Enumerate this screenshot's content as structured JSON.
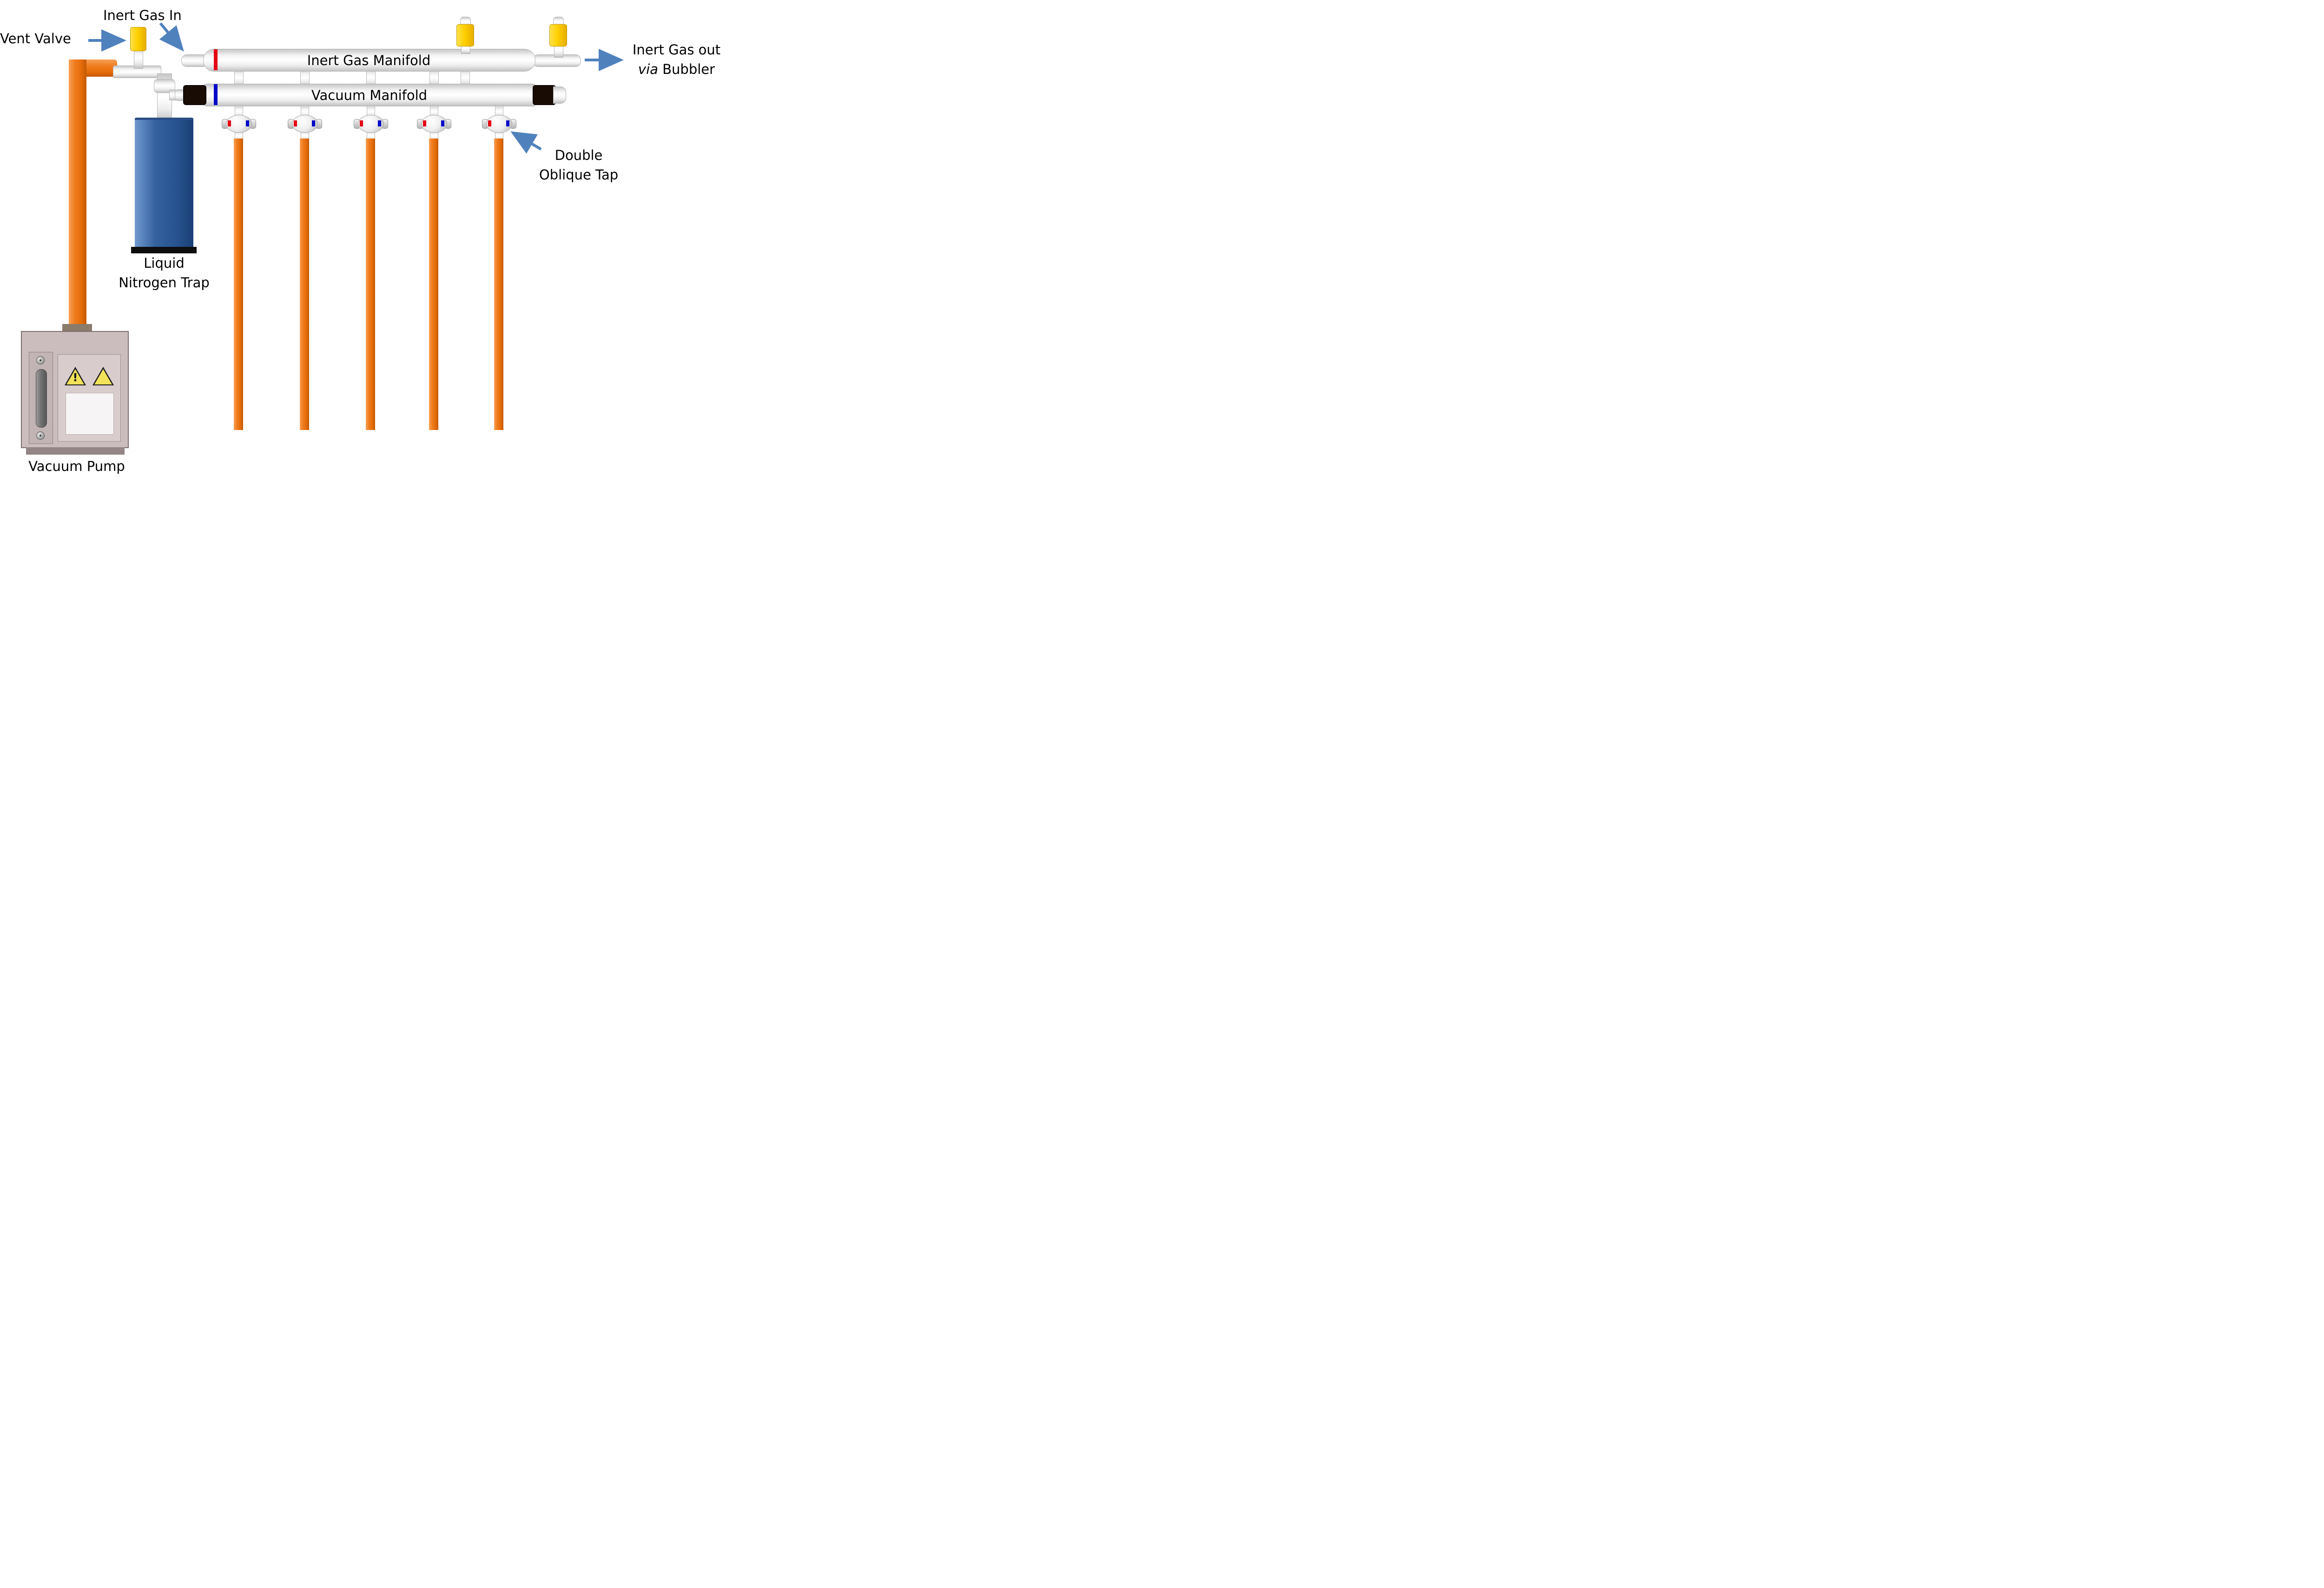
{
  "labels": {
    "inert_gas_in": "Inert Gas In",
    "vent_valve": "Vent Valve",
    "inert_gas_manifold": "Inert Gas Manifold",
    "vacuum_manifold": "Vacuum Manifold",
    "inert_gas_out_line1": "Inert Gas out",
    "inert_gas_out_via": "via",
    "inert_gas_out_bubbler": "Bubbler",
    "double_oblique_tap_line1": "Double",
    "double_oblique_tap_line2": "Oblique Tap",
    "liquid_nitrogen_trap_line1": "Liquid",
    "liquid_nitrogen_trap_line2": "Nitrogen Trap",
    "vacuum_pump": "Vacuum Pump",
    "warning_exclamation": "!"
  },
  "colors": {
    "tube_orange": "#f07b1d",
    "trap_blue": "#2e5e9e",
    "valve_yellow": "#ffd000",
    "arrow_blue": "#4f81bd",
    "connector_black": "#180c05",
    "red_mark": "#e30613",
    "blue_mark": "#0008c8",
    "pump_gray": "#cbbdbd",
    "glass_white": "#f4f4f4"
  }
}
